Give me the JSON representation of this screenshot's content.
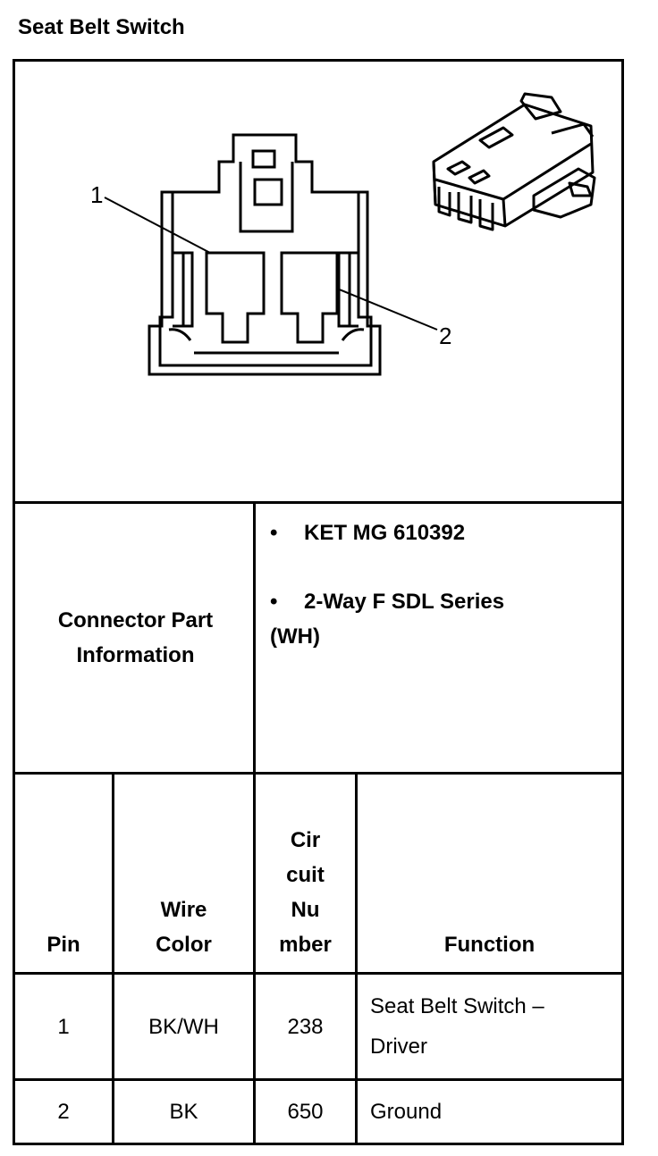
{
  "page_title": "Seat Belt Switch",
  "diagram": {
    "pin1_label": "1",
    "pin2_label": "2"
  },
  "connector_info": {
    "label_line1": "Connector Part",
    "label_line2": "Information",
    "bullet_glyph": "•",
    "part1": "KET MG 610392",
    "part2_line1": "2-Way F SDL Series",
    "part2_line2": "(WH)"
  },
  "table": {
    "headers": {
      "pin": "Pin",
      "wire_color_line1": "Wire",
      "wire_color_line2": "Color",
      "circuit_line1": "Cir",
      "circuit_line2": "cuit",
      "circuit_line3": "Nu",
      "circuit_line4": "mber",
      "function": "Function"
    },
    "rows": [
      {
        "pin": "1",
        "wire_color": "BK/WH",
        "circuit": "238",
        "function_line1": "Seat Belt Switch –",
        "function_line2": "Driver"
      },
      {
        "pin": "2",
        "wire_color": "BK",
        "circuit": "650",
        "function_line1": "Ground",
        "function_line2": ""
      }
    ]
  }
}
